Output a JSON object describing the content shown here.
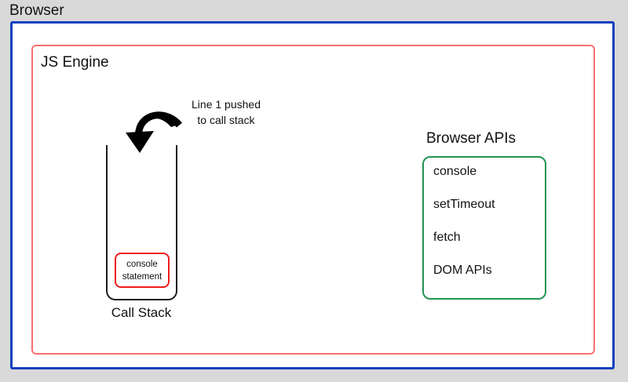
{
  "diagram": {
    "background_color": "#d9d9d9",
    "browser": {
      "label": "Browser",
      "border_color": "#1140bf"
    },
    "js_engine": {
      "label": "JS Engine",
      "border_color": "#fa6e70"
    },
    "annotation": {
      "line1": "Line 1 pushed",
      "line2": "to call stack",
      "arrow_icon": "curved-arrow-down-left-icon"
    },
    "call_stack": {
      "label": "Call Stack",
      "frames": [
        {
          "line1": "console",
          "line2": "statement",
          "border_color": "#f01c1c"
        }
      ],
      "border_color": "#1a1a1a"
    },
    "browser_apis": {
      "title": "Browser APIs",
      "border_color": "#229552",
      "items": [
        {
          "label": "console"
        },
        {
          "label": "setTimeout"
        },
        {
          "label": "fetch"
        },
        {
          "label": "DOM APIs"
        }
      ]
    }
  }
}
